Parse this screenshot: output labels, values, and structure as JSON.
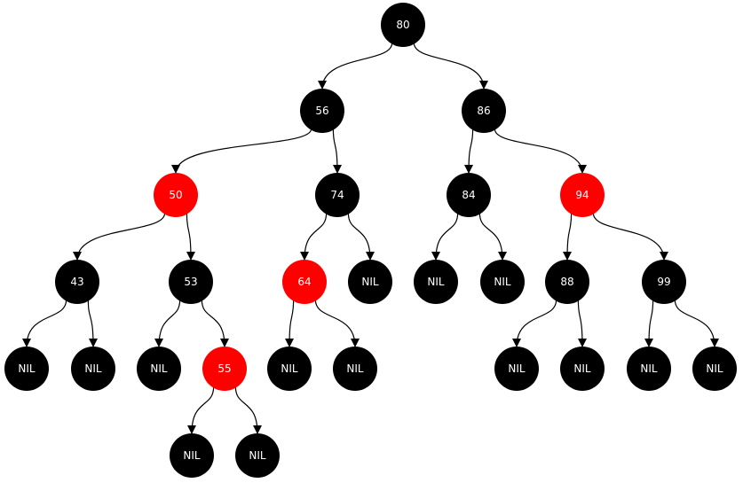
{
  "colors": {
    "black": "#000000",
    "red": "#ff0000",
    "text": "#ffffff",
    "background": "#ffffff"
  },
  "tree": {
    "nodes": [
      {
        "id": "n80",
        "label": "80",
        "color": "black"
      },
      {
        "id": "n56",
        "label": "56",
        "color": "black"
      },
      {
        "id": "n86",
        "label": "86",
        "color": "black"
      },
      {
        "id": "n50",
        "label": "50",
        "color": "red"
      },
      {
        "id": "n74",
        "label": "74",
        "color": "black"
      },
      {
        "id": "n84",
        "label": "84",
        "color": "black"
      },
      {
        "id": "n94",
        "label": "94",
        "color": "red"
      },
      {
        "id": "n43",
        "label": "43",
        "color": "black"
      },
      {
        "id": "n53",
        "label": "53",
        "color": "black"
      },
      {
        "id": "n64",
        "label": "64",
        "color": "red"
      },
      {
        "id": "nil74r",
        "label": "NIL",
        "color": "black"
      },
      {
        "id": "nil84l",
        "label": "NIL",
        "color": "black"
      },
      {
        "id": "nil84r",
        "label": "NIL",
        "color": "black"
      },
      {
        "id": "n88",
        "label": "88",
        "color": "black"
      },
      {
        "id": "n99",
        "label": "99",
        "color": "black"
      },
      {
        "id": "nil43l",
        "label": "NIL",
        "color": "black"
      },
      {
        "id": "nil43r",
        "label": "NIL",
        "color": "black"
      },
      {
        "id": "nil53l",
        "label": "NIL",
        "color": "black"
      },
      {
        "id": "n55",
        "label": "55",
        "color": "red"
      },
      {
        "id": "nil64l",
        "label": "NIL",
        "color": "black"
      },
      {
        "id": "nil64r",
        "label": "NIL",
        "color": "black"
      },
      {
        "id": "nil88l",
        "label": "NIL",
        "color": "black"
      },
      {
        "id": "nil88r",
        "label": "NIL",
        "color": "black"
      },
      {
        "id": "nil99l",
        "label": "NIL",
        "color": "black"
      },
      {
        "id": "nil99r",
        "label": "NIL",
        "color": "black"
      },
      {
        "id": "nil55l",
        "label": "NIL",
        "color": "black"
      },
      {
        "id": "nil55r",
        "label": "NIL",
        "color": "black"
      }
    ],
    "edges": [
      [
        "n80",
        "n56"
      ],
      [
        "n80",
        "n86"
      ],
      [
        "n56",
        "n50"
      ],
      [
        "n56",
        "n74"
      ],
      [
        "n86",
        "n84"
      ],
      [
        "n86",
        "n94"
      ],
      [
        "n50",
        "n43"
      ],
      [
        "n50",
        "n53"
      ],
      [
        "n74",
        "n64"
      ],
      [
        "n74",
        "nil74r"
      ],
      [
        "n84",
        "nil84l"
      ],
      [
        "n84",
        "nil84r"
      ],
      [
        "n94",
        "n88"
      ],
      [
        "n94",
        "n99"
      ],
      [
        "n43",
        "nil43l"
      ],
      [
        "n43",
        "nil43r"
      ],
      [
        "n53",
        "nil53l"
      ],
      [
        "n53",
        "n55"
      ],
      [
        "n64",
        "nil64l"
      ],
      [
        "n64",
        "nil64r"
      ],
      [
        "n88",
        "nil88l"
      ],
      [
        "n88",
        "nil88r"
      ],
      [
        "n99",
        "nil99l"
      ],
      [
        "n99",
        "nil99r"
      ],
      [
        "n55",
        "nil55l"
      ],
      [
        "n55",
        "nil55r"
      ]
    ]
  }
}
